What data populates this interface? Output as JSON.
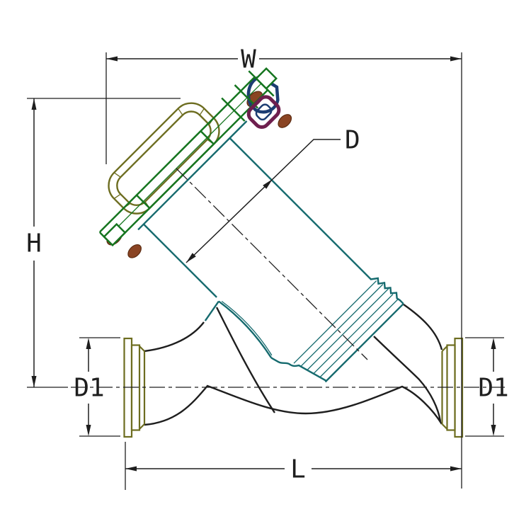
{
  "drawing": {
    "type": "cad-dimension-drawing",
    "subject": "y-pattern-clamp-end-valve",
    "background": "#ffffff",
    "labels": {
      "width": "W",
      "height": "H",
      "bore": "D",
      "port_left": "D1",
      "port_right": "D1",
      "length": "L"
    },
    "colors": {
      "dimension": "#1e1e1e",
      "body": "#156a6e",
      "clamp": "#15751f",
      "handle": "#6d6d20",
      "ferrule": "#6d6d20",
      "wing_nut": "#1c3d72",
      "seal_ring": "#6e1f4e",
      "bolt_fill": "#8a4423",
      "bolt_stroke": "#5c2c12"
    }
  }
}
